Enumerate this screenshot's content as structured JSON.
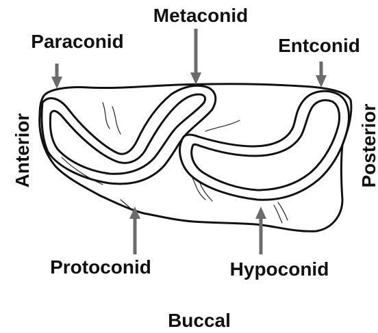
{
  "labels": {
    "metaconid": "Metaconid",
    "paraconid": "Paraconid",
    "entconid": "Entconid",
    "anterior": "Anterior",
    "posterior": "Posterior",
    "protoconid": "Protoconid",
    "hypoconid": "Hypoconid",
    "buccal": "Buccal"
  },
  "colors": {
    "arrow": "#6b6b6b",
    "outline": "#111111",
    "text": "#111111"
  }
}
